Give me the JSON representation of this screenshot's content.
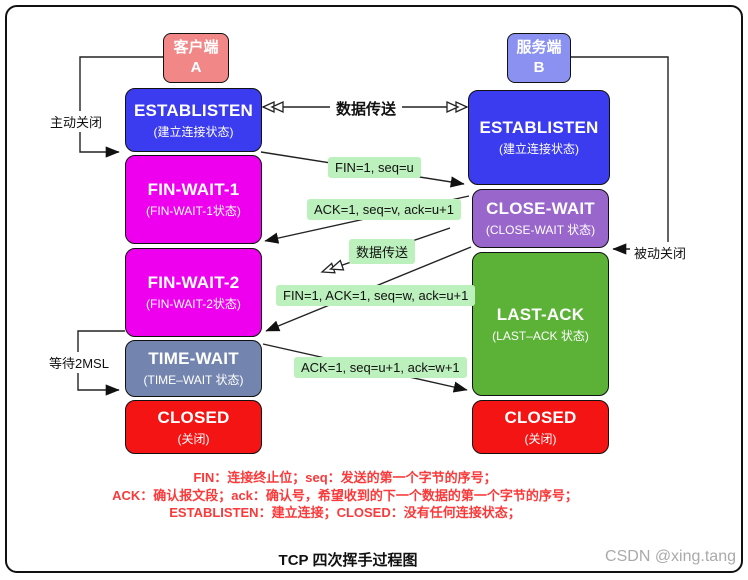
{
  "actors": {
    "client": {
      "name": "客户端",
      "id": "A",
      "color": "#F18787"
    },
    "server": {
      "name": "服务端",
      "id": "B",
      "color": "#8A91F0"
    }
  },
  "client_states": [
    {
      "title": "ESTABLISTEN",
      "subtitle": "(建立连接状态)",
      "color": "#3B3BEF"
    },
    {
      "title": "FIN-WAIT-1",
      "subtitle": "(FIN-WAIT-1状态)",
      "color": "#EE00EE"
    },
    {
      "title": "FIN-WAIT-2",
      "subtitle": "(FIN-WAIT-2状态)",
      "color": "#EE00EE"
    },
    {
      "title": "TIME-WAIT",
      "subtitle": "(TIME–WAIT 状态)",
      "color": "#7385AE"
    },
    {
      "title": "CLOSED",
      "subtitle": "(关闭)",
      "color": "#F41414"
    }
  ],
  "server_states": [
    {
      "title": "ESTABLISTEN",
      "subtitle": "(建立连接状态)",
      "color": "#3B3BEF"
    },
    {
      "title": "CLOSE-WAIT",
      "subtitle": "(CLOSE-WAIT 状态)",
      "color": "#9966CC"
    },
    {
      "title": "LAST-ACK",
      "subtitle": "(LAST–ACK 状态)",
      "color": "#5BB236"
    },
    {
      "title": "CLOSED",
      "subtitle": "(关闭)",
      "color": "#F41414"
    }
  ],
  "messages": {
    "label_bg": "#BCF0BC",
    "data_transfer_top": "数据传送",
    "fin": "FIN=1, seq=u",
    "ack1": "ACK=1, seq=v, ack=u+1",
    "data_transfer_mid": "数据传送",
    "fin_ack": "FIN=1, ACK=1, seq=w, ack=u+1",
    "ack2": "ACK=1, seq=u+1, ack=w+1"
  },
  "annotations": {
    "active_close": "主动关闭",
    "wait_2msl": "等待2MSL",
    "passive_close": "被动关闭"
  },
  "legend": {
    "color": "#FA3A3A",
    "lines": [
      "FIN：连接终止位；seq：发送的第一个字节的序号；",
      "ACK：确认报文段；ack：确认号，希望收到的下一个数据的第一个字节的序号；",
      "ESTABLISTEN：建立连接；CLOSED：没有任何连接状态；"
    ]
  },
  "footer": {
    "title": "TCP 四次挥手过程图",
    "watermark": "CSDN @xing.tang"
  }
}
